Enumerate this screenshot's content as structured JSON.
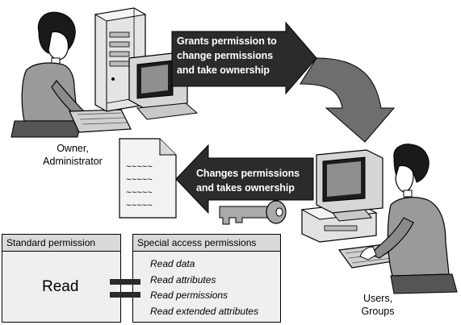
{
  "arrows": {
    "grants": "Grants permission to\nchange permissions\nand take ownership",
    "changes": "Changes permissions\nand takes ownership"
  },
  "people": {
    "owner": "Owner,\nAdministrator",
    "users": "Users,\nGroups"
  },
  "standard_panel": {
    "title": "Standard permission",
    "value": "Read"
  },
  "special_panel": {
    "title": "Special access permissions",
    "items": [
      "Read data",
      "Read attributes",
      "Read permissions",
      "Read extended attributes"
    ]
  },
  "icons": [
    "owner-person-icon",
    "server-tower-icon",
    "workstation-icon",
    "document-icon",
    "key-icon",
    "user-person-icon"
  ],
  "colors": {
    "arrow_fill": "#2b2b2b",
    "curved_arrow_fill": "#6e6e6e",
    "panel_header": "#d9d9d9",
    "panel_body": "#efefef"
  }
}
